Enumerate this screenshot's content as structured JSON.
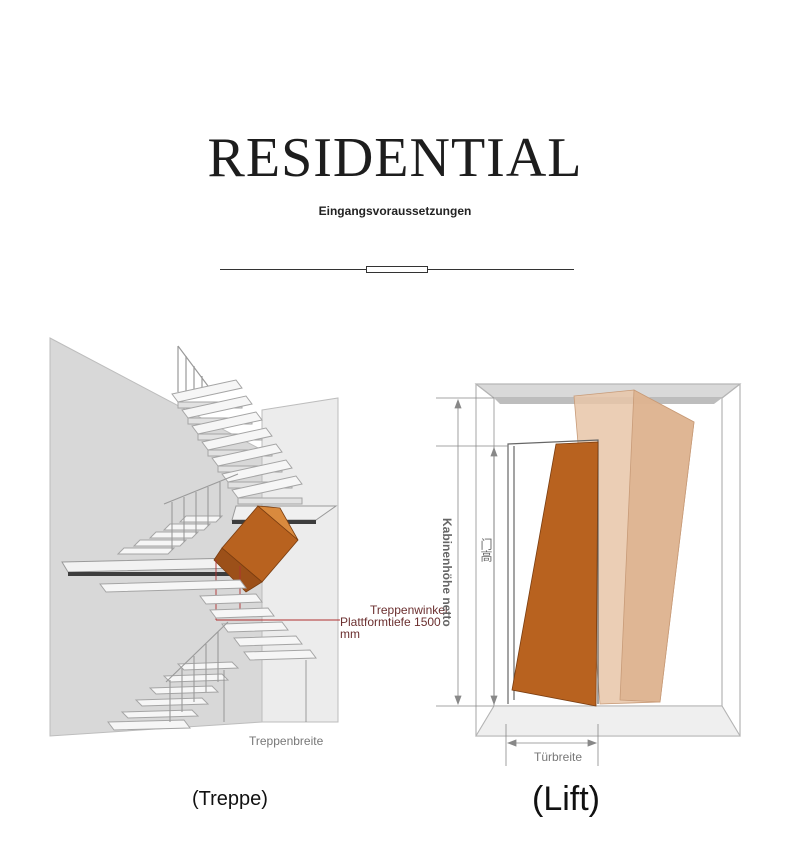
{
  "header": {
    "title": "RESIDENTIAL",
    "subtitle": "Eingangsvoraussetzungen"
  },
  "stairs": {
    "caption": "(Treppe)",
    "label_angle": "Treppenwinkel",
    "label_depth": "Plattformtiefe 1500",
    "label_depth_unit": "mm",
    "label_width": "Treppenbreite"
  },
  "lift": {
    "caption": "(Lift)",
    "label_cabin_height": "Kabinenhöhe netto",
    "label_door_height": "门高",
    "label_door_width": "Türbreite"
  },
  "colors": {
    "wall": "#d8d8d8",
    "step": "#f4f4f4",
    "box_front": "#b8621f",
    "box_top": "#d98a3e",
    "box_ghost": "#e8c6a8",
    "dim_line": "#888888",
    "accent_line": "#b03030"
  }
}
